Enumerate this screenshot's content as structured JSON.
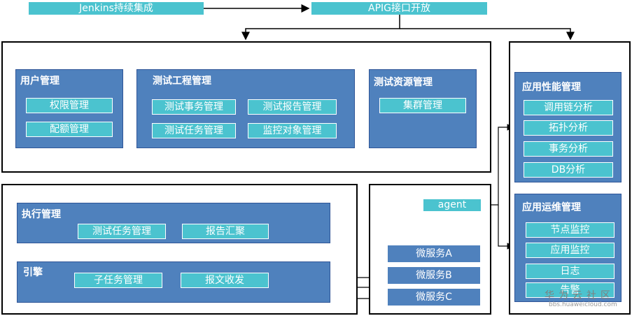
{
  "top": {
    "jenkins": "Jenkins持续集成",
    "apig": "APIG接口开放"
  },
  "user_mgmt": {
    "title": "用户管理",
    "items": [
      "权限管理",
      "配额管理"
    ]
  },
  "test_project_mgmt": {
    "title": "测试工程管理",
    "items": [
      "测试事务管理",
      "测试报告管理",
      "测试任务管理",
      "监控对象管理"
    ]
  },
  "test_resource_mgmt": {
    "title": "测试资源管理",
    "items": [
      "集群管理"
    ]
  },
  "exec_mgmt": {
    "title": "执行管理",
    "items": [
      "测试任务管理",
      "报告汇聚"
    ]
  },
  "engine": {
    "title": "引擎",
    "items": [
      "子任务管理",
      "报文收发"
    ]
  },
  "agent": "agent",
  "services": [
    "微服务A",
    "微服务B",
    "微服务C"
  ],
  "app_perf": {
    "title": "应用性能管理",
    "items": [
      "调用链分析",
      "拓扑分析",
      "事务分析",
      "DB分析"
    ]
  },
  "app_ops": {
    "title": "应用运维管理",
    "items": [
      "节点监控",
      "应用监控",
      "日志",
      "告警"
    ]
  },
  "watermark": {
    "name": "华为云社区",
    "url": "bbs.huaweicloud.com"
  },
  "colors": {
    "panel": "#4f81bd",
    "item": "#4bc3cf",
    "frame": "#000000"
  }
}
